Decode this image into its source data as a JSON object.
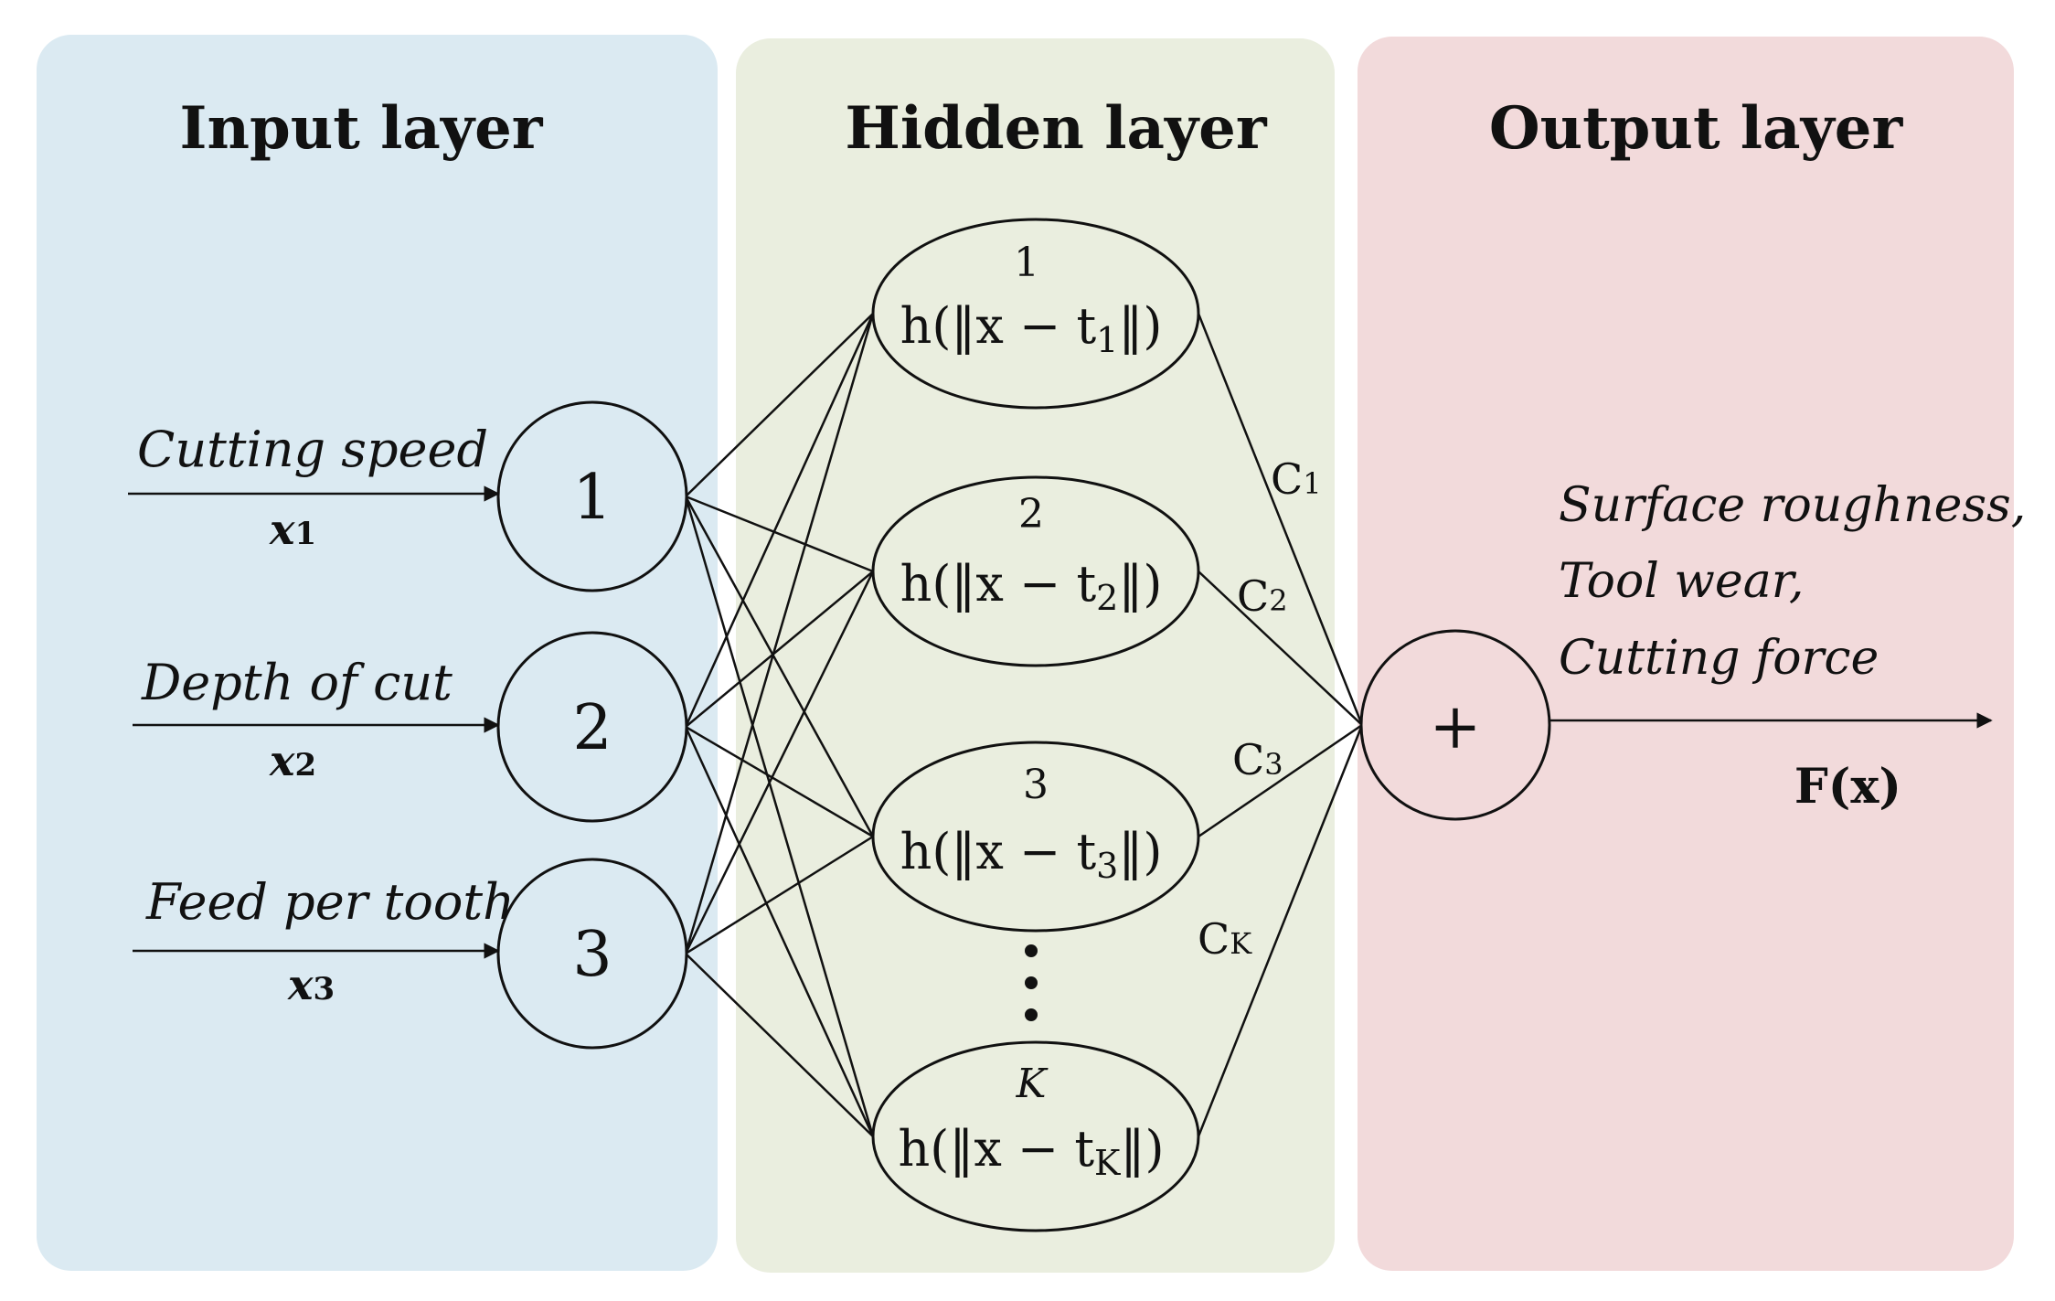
{
  "panels": {
    "input": {
      "title": "Input layer",
      "color": "#dbeaf2"
    },
    "hidden": {
      "title": "Hidden layer",
      "color": "#eaeedf"
    },
    "output": {
      "title": "Output layer",
      "color": "#f2dadb"
    }
  },
  "input_nodes": [
    {
      "number": "1",
      "label": "Cutting speed",
      "var": "x",
      "var_sub": "1"
    },
    {
      "number": "2",
      "label": "Depth of cut",
      "var": "x",
      "var_sub": "2"
    },
    {
      "number": "3",
      "label": "Feed per tooth",
      "var": "x",
      "var_sub": "3"
    }
  ],
  "hidden_nodes": [
    {
      "index": "1",
      "func_pre": "h(‖x − t",
      "func_sub": "1",
      "func_post": "‖)"
    },
    {
      "index": "2",
      "func_pre": "h(‖x − t",
      "func_sub": "2",
      "func_post": "‖)"
    },
    {
      "index": "3",
      "func_pre": "h(‖x − t",
      "func_sub": "3",
      "func_post": "‖)"
    },
    {
      "index": "K",
      "func_pre": "h(‖x − t",
      "func_sub": "K",
      "func_post": "‖)"
    }
  ],
  "weights": [
    {
      "main": "C",
      "sub": "1"
    },
    {
      "main": "C",
      "sub": "2"
    },
    {
      "main": "C",
      "sub": "3"
    },
    {
      "main": "C",
      "sub": "K"
    }
  ],
  "output_node": {
    "symbol": "+"
  },
  "output_labels": [
    "Surface roughness,",
    "Tool wear,",
    "Cutting force"
  ],
  "output_func": "F(x)",
  "colors": {
    "input_node_fill": "#dbeaf2",
    "hidden_node_fill": "#eaeedf",
    "output_node_fill": "#f2dadb",
    "stroke": "#111111"
  }
}
